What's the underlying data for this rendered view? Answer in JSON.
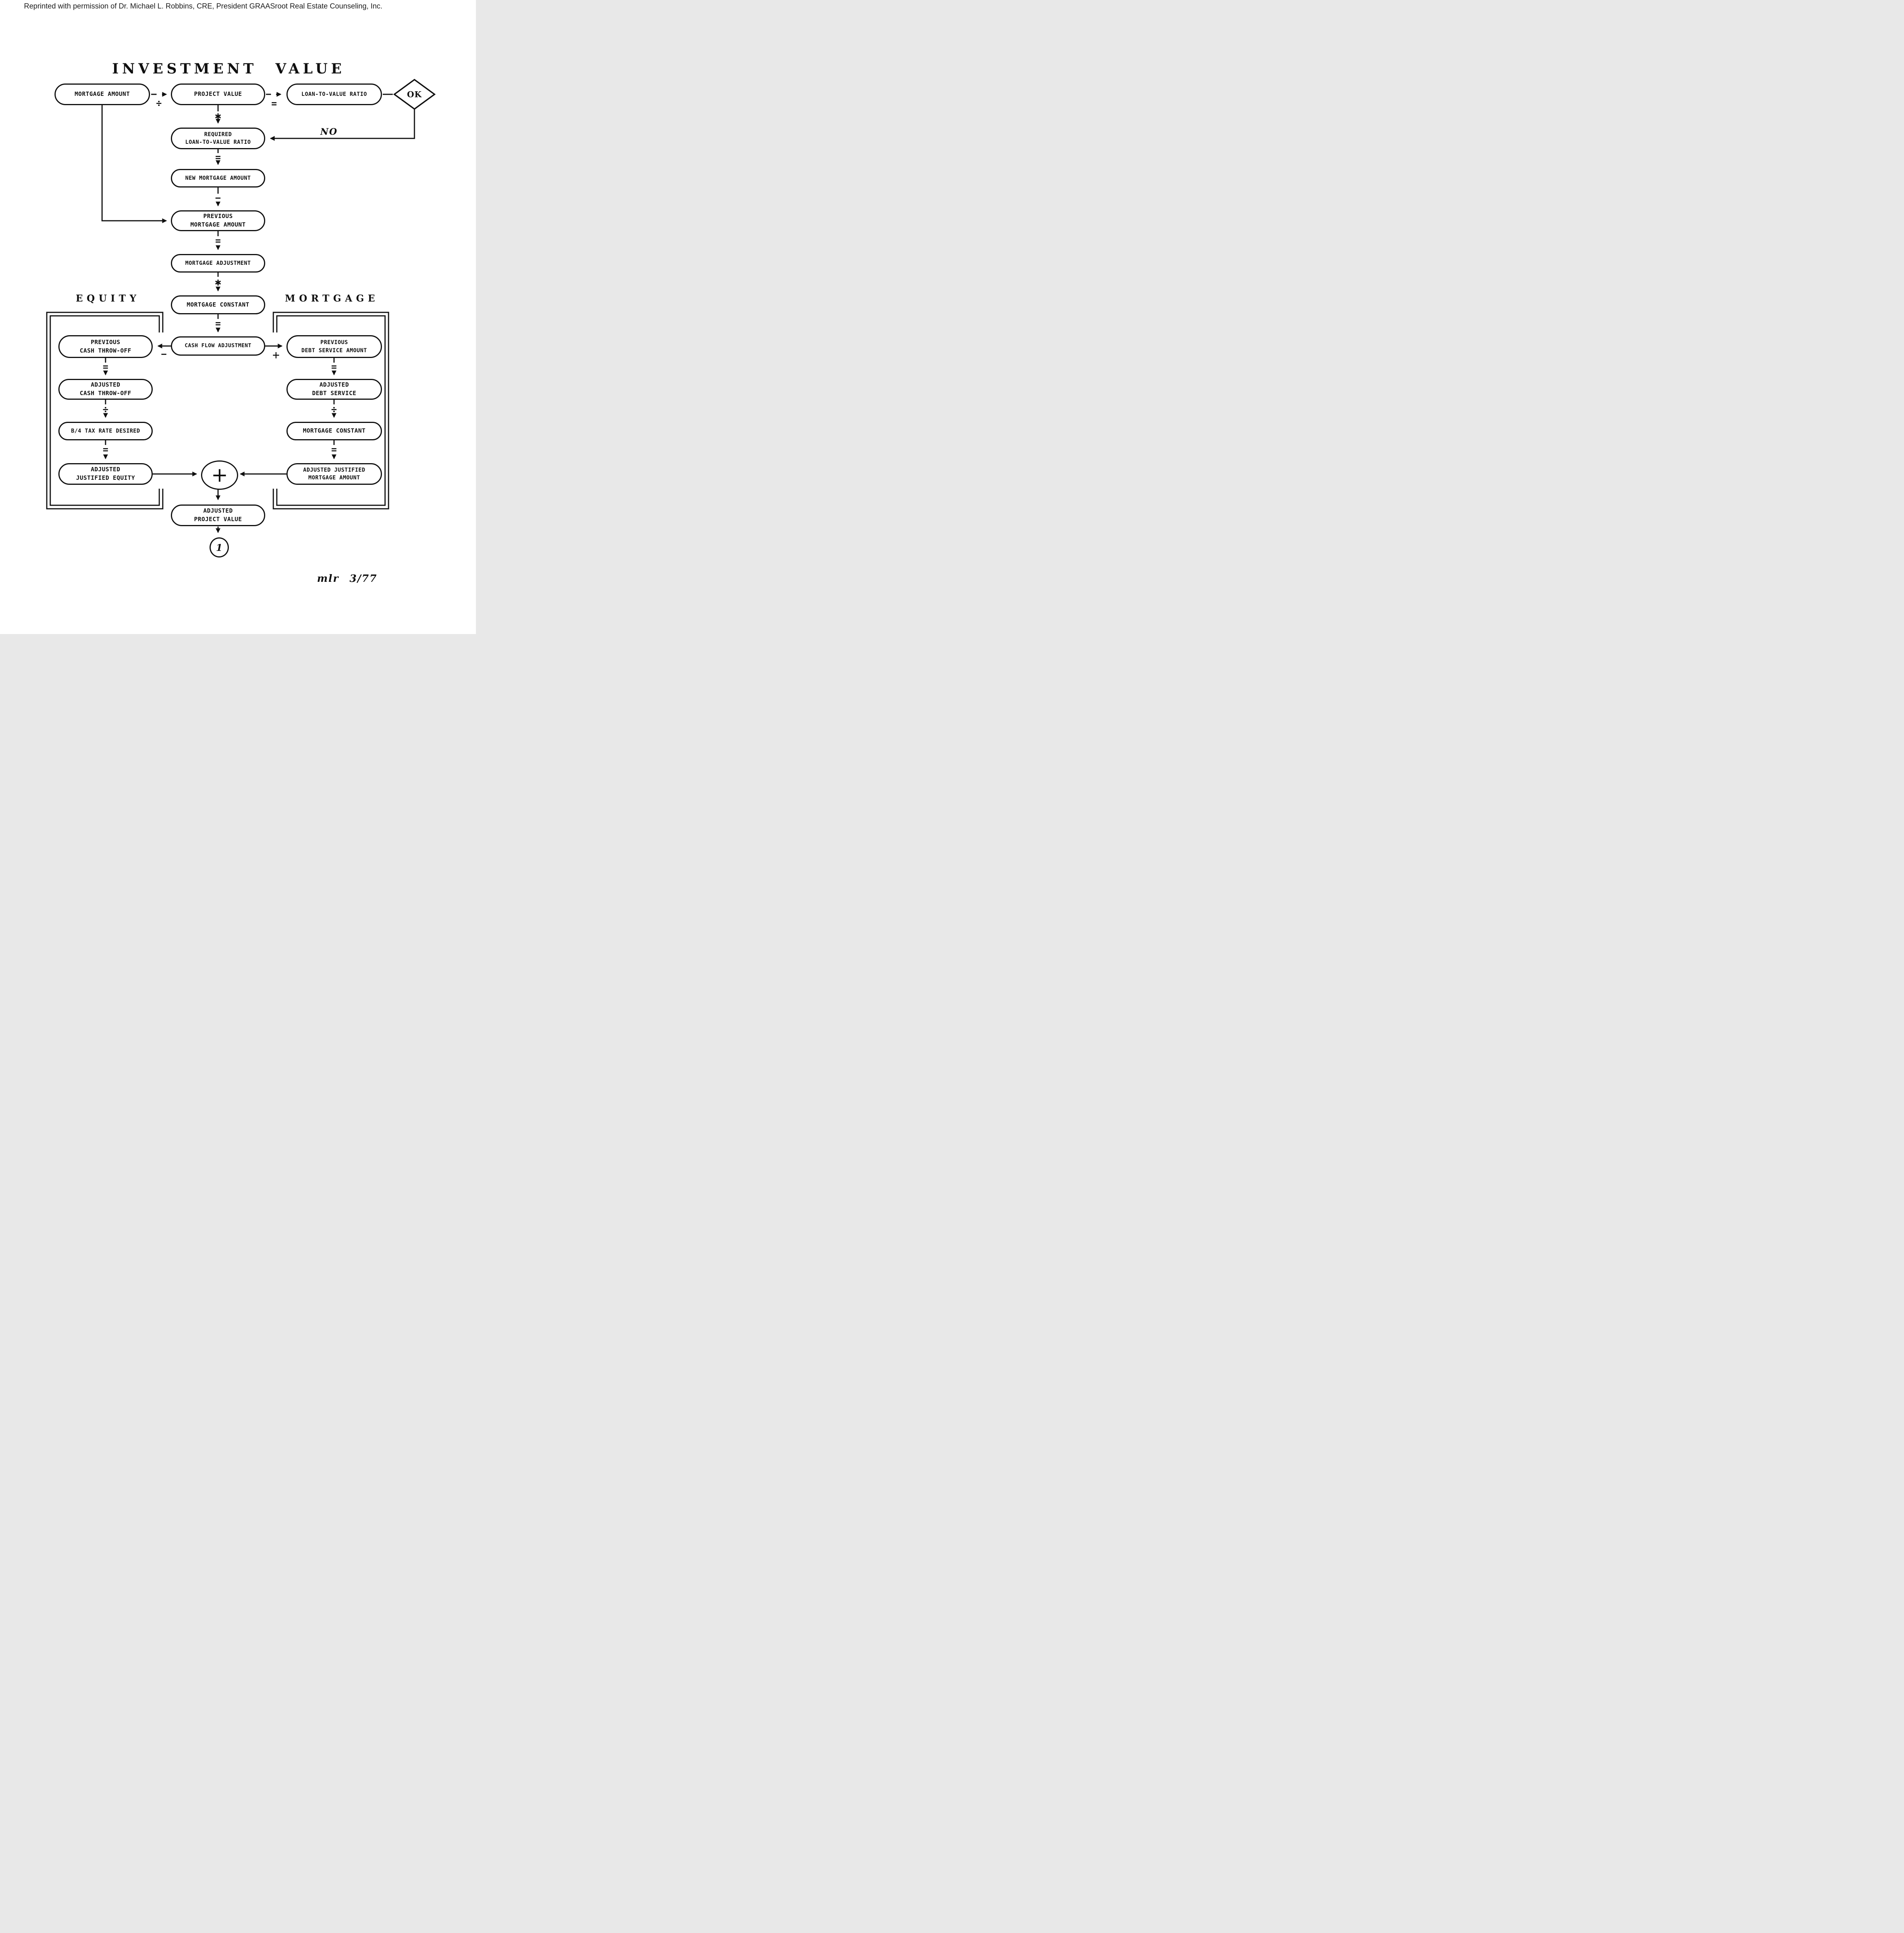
{
  "page": {
    "credit_line": "Reprinted with permission of Dr. Michael L. Robbins, CRE, President GRAASroot Real Estate Counseling, Inc.",
    "title": "INVESTMENT VALUE",
    "signature": "mlr 3/77",
    "ink_color": "#101010",
    "paper_color": "#ffffff"
  },
  "headings": {
    "equity": "EQUITY",
    "mortgage": "MORTGAGE"
  },
  "decision": {
    "ok_label": "OK",
    "no_label": "NO"
  },
  "nodes": {
    "mortgage_amount": "MORTGAGE AMOUNT",
    "project_value": "PROJECT VALUE",
    "loan_to_value_ratio": "LOAN-TO-VALUE RATIO",
    "required_loan_to_value_ratio": "REQUIRED\nLOAN-TO-VALUE RATIO",
    "new_mortgage_amount": "NEW MORTGAGE AMOUNT",
    "previous_mortgage_amount": "PREVIOUS\nMORTGAGE AMOUNT",
    "mortgage_adjustment": "MORTGAGE ADJUSTMENT",
    "mortgage_constant": "MORTGAGE CONSTANT",
    "cash_flow_adjustment": "CASH FLOW ADJUSTMENT",
    "previous_cash_throw_off": "PREVIOUS\nCASH THROW-OFF",
    "previous_debt_service_amount": "PREVIOUS\nDEBT SERVICE AMOUNT",
    "adjusted_cash_throw_off": "ADJUSTED\nCASH THROW-OFF",
    "adjusted_debt_service": "ADJUSTED\nDEBT SERVICE",
    "b4_tax_rate_desired": "B/4 TAX RATE DESIRED",
    "mortgage_constant_right": "MORTGAGE CONSTANT",
    "adjusted_justified_equity": "ADJUSTED\nJUSTIFIED EQUITY",
    "adjusted_justified_mortgage_amount": "ADJUSTED JUSTIFIED\nMORTGAGE AMOUNT",
    "adjusted_project_value": "ADJUSTED\nPROJECT VALUE",
    "offpage_connector": "1"
  },
  "operators": {
    "divide": "÷",
    "equals": "=",
    "minus": "−",
    "multiply": "✱",
    "plus": "+",
    "sum": "+"
  }
}
